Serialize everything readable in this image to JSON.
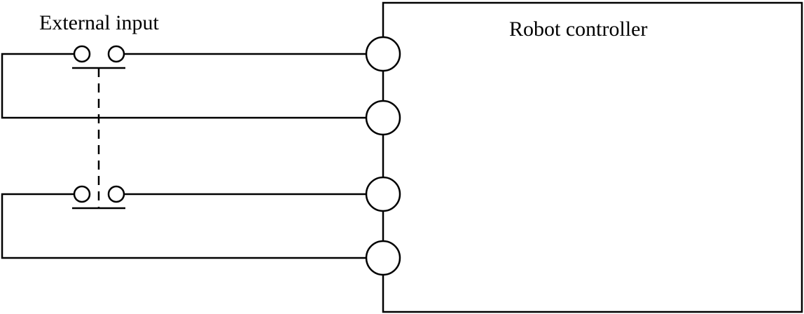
{
  "diagram": {
    "type": "wiring-schematic",
    "labels": {
      "external_input": "External input",
      "robot_controller": "Robot controller"
    },
    "colors": {
      "line": "#000000",
      "background": "#ffffff",
      "node_fill": "#ffffff"
    },
    "elements": {
      "pushbutton_switches": 2,
      "controller_terminals": 4,
      "input_circuits": 2,
      "mechanical_link": "dashed line connecting the two switch actuator bars"
    }
  }
}
